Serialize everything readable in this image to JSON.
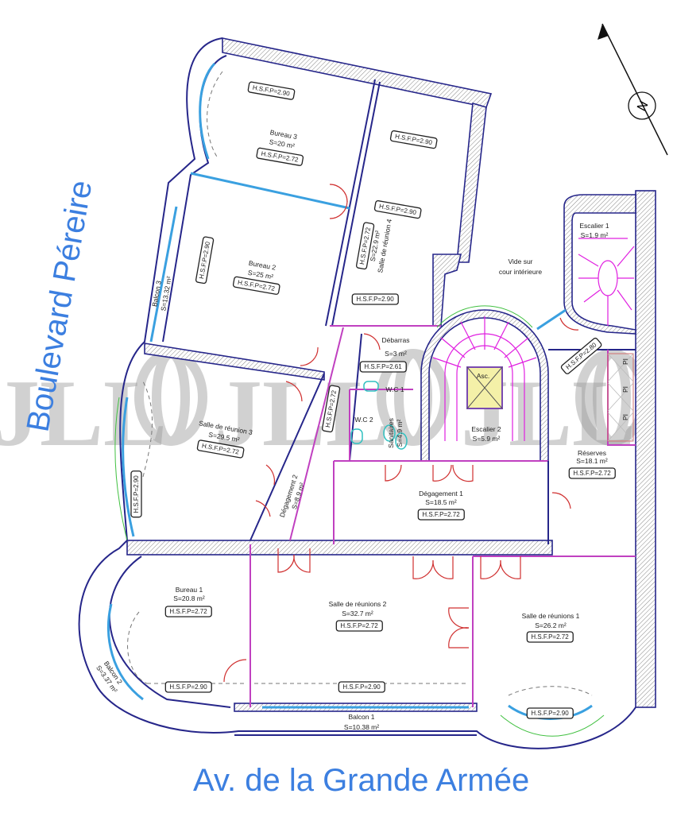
{
  "streets": {
    "left": "Boulevard Péreire",
    "bottom": "Av. de la Grande Armée"
  },
  "compass": {
    "label": "N"
  },
  "watermark": "JLL",
  "colors": {
    "wall": "#26268a",
    "street": "#3c7fe0",
    "door": "#d03030",
    "stairs": "#e020e0",
    "glass": "#3aa0e0",
    "lift": "#f4f0a8"
  },
  "rooms": {
    "bureau3": {
      "name": "Bureau 3",
      "area": "S=20 m²",
      "hsfp": "H.S.F.P=2.72",
      "hsfp2": "H.S.F.P=2.90"
    },
    "salle4": {
      "name": "Salle de réunion 4",
      "area": "S=22.9 m²",
      "hsfp": "H.S.F.P=2.72",
      "hsfp2": "H.S.F.P=2.90",
      "hsfp3": "H.S.F.P=2.90",
      "hsfp4": "H.S.F.P=2.90"
    },
    "bureau2": {
      "name": "Bureau 2",
      "area": "S=25 m²",
      "hsfp": "H.S.F.P=2.72",
      "hsfp2": "H.S.F.P=2.90"
    },
    "balcon3": {
      "name": "Balcon 3",
      "area": "S=13.32 m²"
    },
    "vide": {
      "line1": "Vide sur",
      "line2": "cour intérieure"
    },
    "escalier1": {
      "name": "Escalier 1",
      "area": "S=1.9 m²"
    },
    "debarras": {
      "name": "Débarras",
      "area": "S=3 m²",
      "hsfp": "H.S.F.P=2.61"
    },
    "wc1": {
      "name": "W.C 1"
    },
    "wc2": {
      "name": "W.C 2"
    },
    "sanitaires": {
      "name": "Sanitaires",
      "area": "S=4.9 m²"
    },
    "asc": {
      "name": "Asc."
    },
    "escalier2": {
      "name": "Escalier 2",
      "area": "S=5.9 m²"
    },
    "landing": {
      "hsfp": "H.S.F.P=2.80"
    },
    "pi": [
      "PI",
      "PI",
      "PI"
    ],
    "reserves": {
      "name": "Réserves",
      "area": "S=18.1 m²",
      "hsfp": "H.S.F.P=2.72"
    },
    "corridor": {
      "hsfp": "H.S.F.P=2.72"
    },
    "salle3": {
      "name": "Salle de réunion 3",
      "area": "S=29.5 m²",
      "hsfp": "H.S.F.P=2.72",
      "hsfp2": "H.S.F.P=2.90"
    },
    "degagement2": {
      "name": "Dégagement 2",
      "area": "S=8.9 m²"
    },
    "degagement1": {
      "name": "Dégagement 1",
      "area": "S=18.5 m²",
      "hsfp": "H.S.F.P=2.72"
    },
    "bureau1": {
      "name": "Bureau 1",
      "area": "S=20.8 m²",
      "hsfp": "H.S.F.P=2.72",
      "hsfp2": "H.S.F.P=2.90"
    },
    "salle2": {
      "name": "Salle de réunions 2",
      "area": "S=32.7 m²",
      "hsfp": "H.S.F.P=2.72",
      "hsfp2": "H.S.F.P=2.90"
    },
    "salle1": {
      "name": "Salle de réunions 1",
      "area": "S=26.2 m²",
      "hsfp": "H.S.F.P=2.72",
      "hsfp2": "H.S.F.P=2.90"
    },
    "balcon1": {
      "name": "Balcon 1",
      "area": "S=10.38 m²"
    },
    "balcon2": {
      "name": "Balcon 2",
      "area": "S=3.37 m²"
    }
  }
}
